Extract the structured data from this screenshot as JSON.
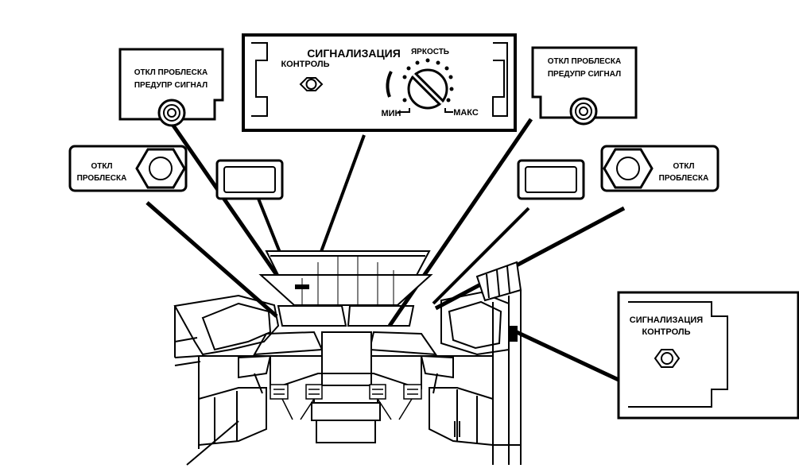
{
  "center_panel": {
    "title": "СИГНАЛИЗАЦИЯ",
    "control_label": "КОНТРОЛЬ",
    "brightness_label": "ЯРКОСТЬ",
    "min_label": "МИН",
    "max_label": "МАКС"
  },
  "left_upper_panel": {
    "line1": "ОТКЛ ПРОБЛЕСКА",
    "line2": "ПРЕДУПР СИГНАЛ"
  },
  "right_upper_panel": {
    "line1": "ОТКЛ ПРОБЛЕСКА",
    "line2": "ПРЕДУПР СИГНАЛ"
  },
  "left_flash_panel": {
    "line1": "ОТКЛ",
    "line2": "ПРОБЛЕСКА"
  },
  "right_flash_panel": {
    "line1": "ОТКЛ",
    "line2": "ПРОБЛЕСКА"
  },
  "side_panel": {
    "line1": "СИГНАЛИЗАЦИЯ",
    "line2": "КОНТРОЛЬ"
  }
}
